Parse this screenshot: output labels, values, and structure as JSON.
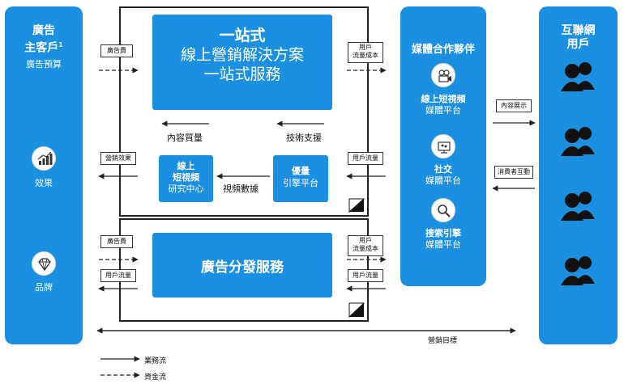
{
  "left_column": {
    "title_line1": "廣告",
    "title_line2": "主客戶",
    "title_sup": "1",
    "subtitle": "廣告預算",
    "effect_label": "效果",
    "brand_label": "品牌"
  },
  "top_frame": {
    "main_box": {
      "line1": "一站式",
      "line2": "線上營銷解決方案",
      "line3": "一站式服務"
    },
    "content_quality": "內容質量",
    "tech_support": "技術支援",
    "research_box": {
      "line1": "線上",
      "line2": "短視頻",
      "line3": "研究中心"
    },
    "video_data": "視頻數據",
    "engine_box": {
      "line1": "優量",
      "line2": "引擎平台"
    },
    "tag_ad_fee": "廣告費",
    "tag_marketing_effect": "營銷效果",
    "tag_user_traffic_cost": "用戶\n流量成本",
    "tag_user_traffic": "用戶流量"
  },
  "bottom_frame": {
    "main_box": "廣告分發服務",
    "tag_ad_fee": "廣告費",
    "tag_user_traffic_left": "用戶流量",
    "tag_user_traffic_cost": "用戶\n流量成本",
    "tag_user_traffic_right": "用戶流量"
  },
  "partners_column": {
    "title": "媒體合作夥伴",
    "item1": {
      "line1": "線上短視頻",
      "line2": "媒體平台"
    },
    "item2": {
      "line1": "社交",
      "line2": "媒體平台"
    },
    "item3": {
      "line1": "搜索引擎",
      "line2": "媒體平台"
    }
  },
  "internet_users_column": {
    "title_line1": "互聯網",
    "title_line2": "用戶"
  },
  "between_tags": {
    "content_display": "內容展示",
    "consumer_interaction": "消費者互動"
  },
  "marketing_target": "營銷目標",
  "legend": {
    "business_flow": "業務流",
    "capital_flow": "資金流"
  },
  "colors": {
    "accent_blue": "#1b8fe0",
    "line": "#222222"
  }
}
